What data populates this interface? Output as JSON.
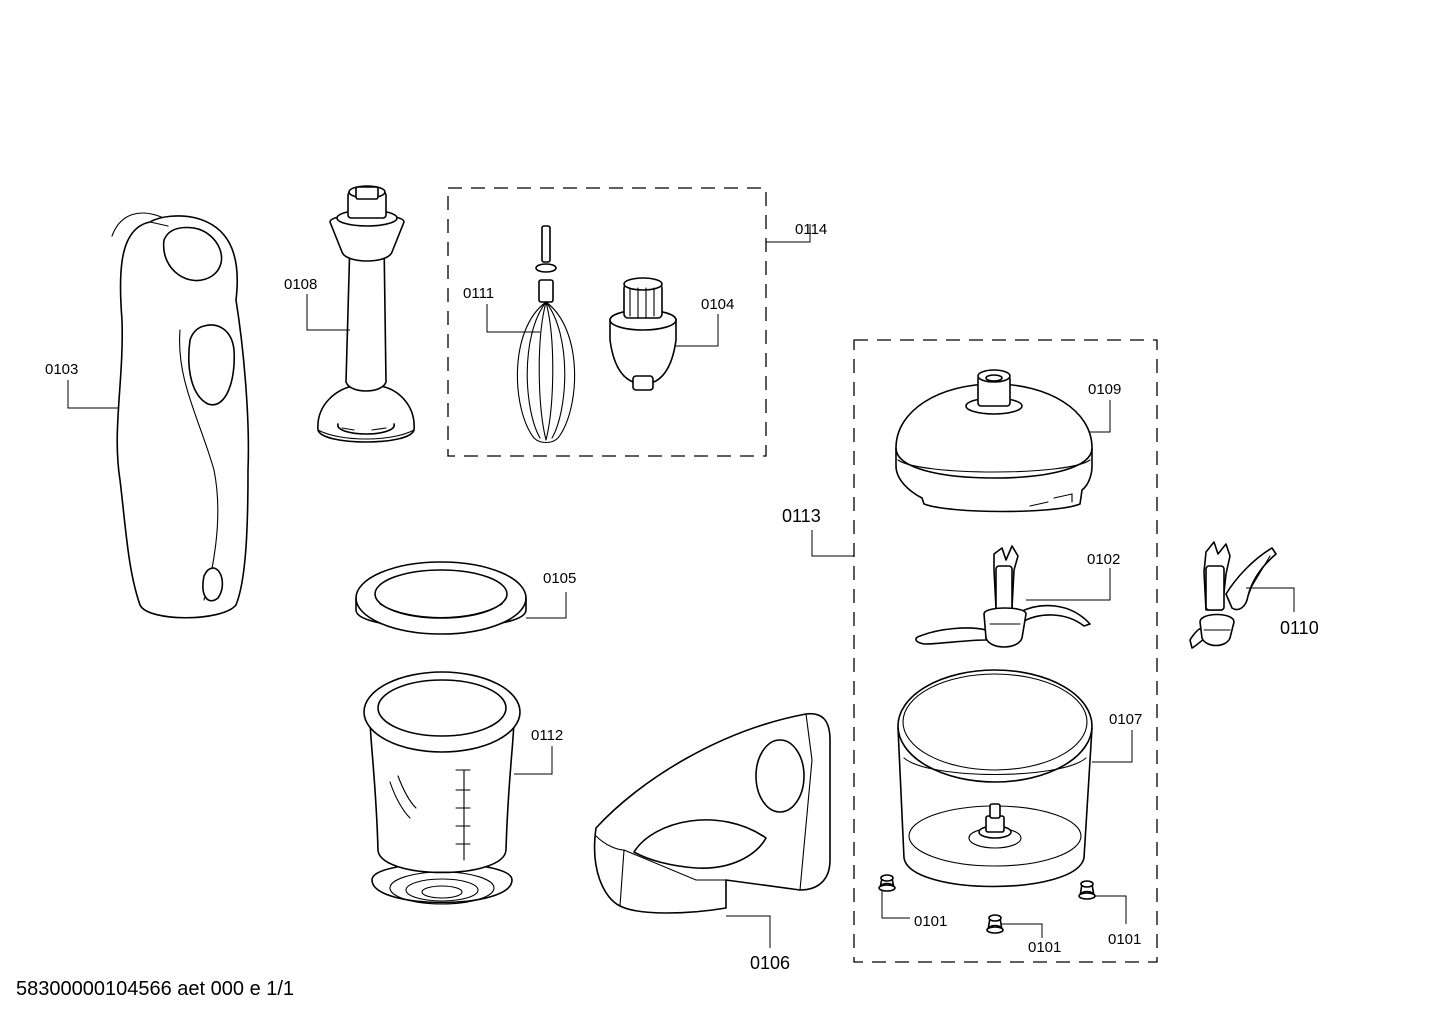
{
  "diagram": {
    "labels": {
      "p0101a": "0101",
      "p0101b": "0101",
      "p0101c": "0101",
      "p0102": "0102",
      "p0103": "0103",
      "p0104": "0104",
      "p0105": "0105",
      "p0106": "0106",
      "p0107": "0107",
      "p0108": "0108",
      "p0109": "0109",
      "p0110": "0110",
      "p0111": "0111",
      "p0112": "0112",
      "p0113": "0113",
      "p0114": "0114"
    },
    "footer": "58300000104566 aet 000 e 1/1"
  }
}
